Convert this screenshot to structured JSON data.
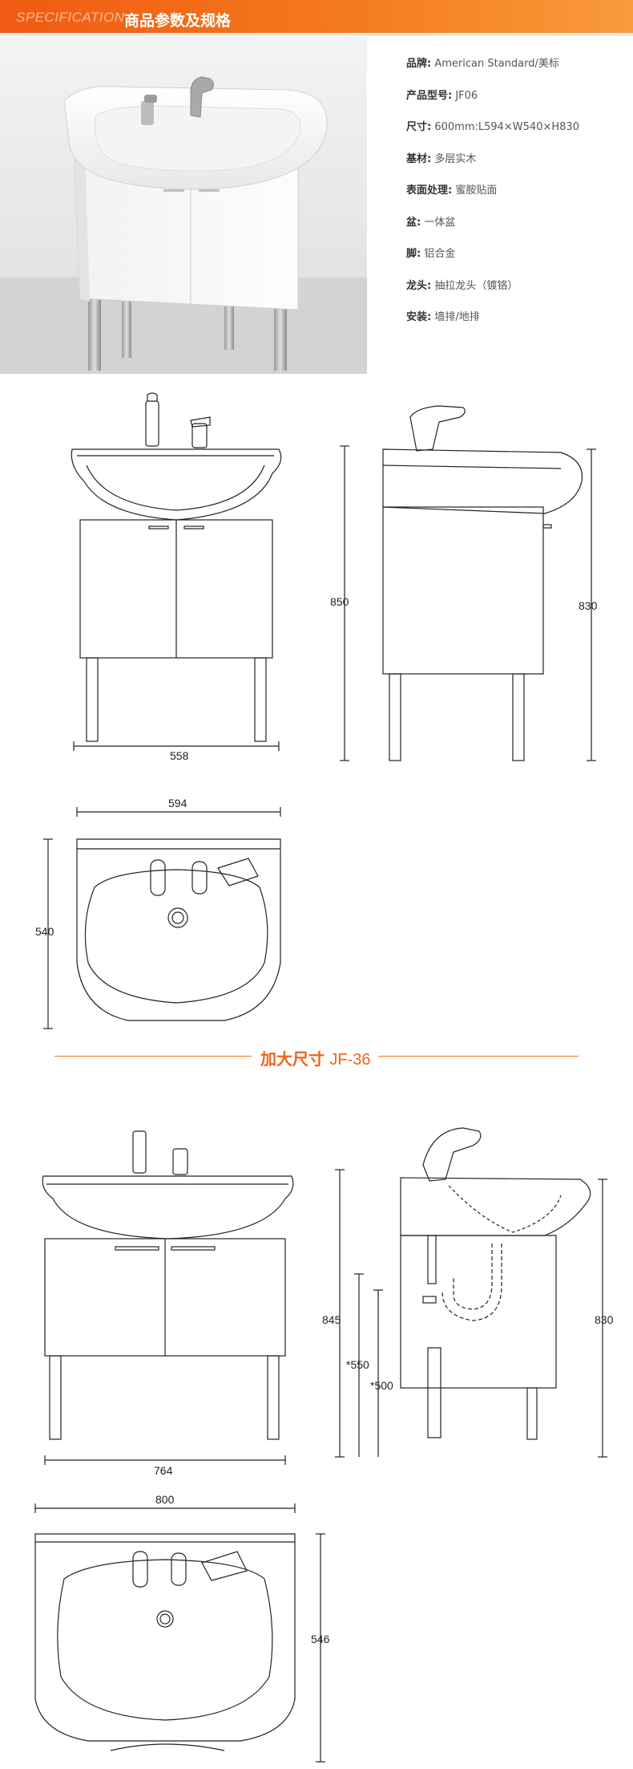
{
  "header": {
    "title_en": "SPECIFICATION",
    "title_cn": "商品参数及规格"
  },
  "specs": [
    {
      "label": "品牌:",
      "value": "American Standard/美标"
    },
    {
      "label": "产品型号:",
      "value": "JF06"
    },
    {
      "label": "尺寸:",
      "value": "600mm:L594×W540×H830"
    },
    {
      "label": "基材:",
      "value": "多层实木"
    },
    {
      "label": "表面处理:",
      "value": "蜜胺贴面"
    },
    {
      "label": "盆:",
      "value": "一体盆"
    },
    {
      "label": "脚:",
      "value": "铝合金"
    },
    {
      "label": "龙头:",
      "value": "抽拉龙头（镀铬）"
    },
    {
      "label": "安装:",
      "value": "墙排/地排"
    }
  ],
  "section2": {
    "title_bold": "加大尺寸",
    "title_model": "JF-36"
  },
  "dims": {
    "jf06_front_height": "850",
    "jf06_front_width": "558",
    "jf06_side_height": "830",
    "jf06_top_width": "594",
    "jf06_top_depth": "540",
    "jf36_front_height": "845",
    "jf36_front_width": "764",
    "jf36_side_h550": "*550",
    "jf36_side_h500": "*500",
    "jf36_side_height": "830",
    "jf36_top_width": "800",
    "jf36_top_depth": "546"
  },
  "colors": {
    "accent": "#f26419",
    "line": "#222222"
  }
}
